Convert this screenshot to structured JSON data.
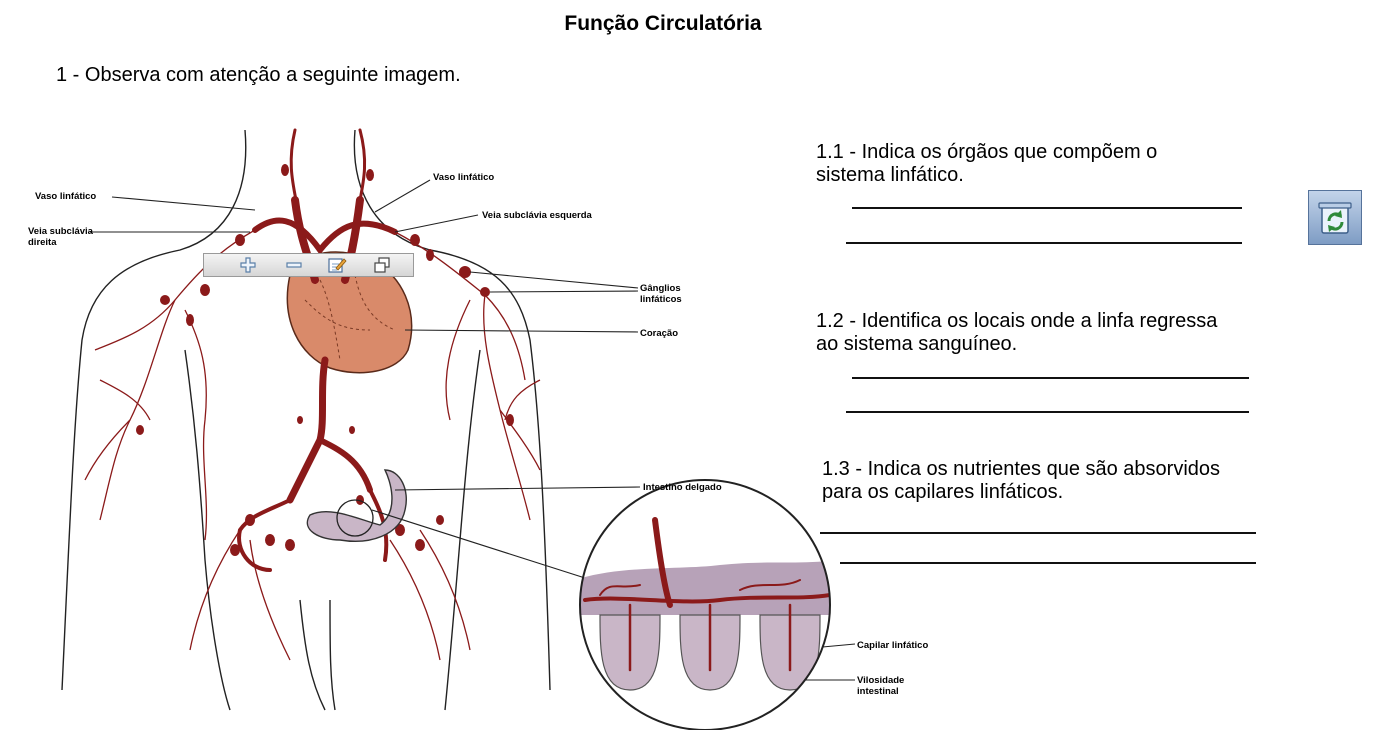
{
  "header": {
    "title": "Função Circulatória"
  },
  "intro": "1 - Observa com atenção a seguinte imagem.",
  "figure": {
    "labels": {
      "vaso_left": "Vaso linfático",
      "vaso_right": "Vaso linfático",
      "veia_dir_1": "Veia subclávia",
      "veia_dir_2": "direita",
      "veia_esq": "Veia subclávia esquerda",
      "ganglios_1": "Gânglios",
      "ganglios_2": "linfáticos",
      "coracao": "Coração",
      "intestino": "Intestino delgado",
      "capilar": "Capilar linfático",
      "vilosidade_1": "Vilosidade",
      "vilosidade_2": "intestinal"
    }
  },
  "questions": {
    "q1": {
      "line1": "1.1 - Indica os órgãos que compõem o",
      "line2": " sistema linfático."
    },
    "q2": {
      "line1": "1.2 - Identifica os locais onde a linfa regressa",
      "line2": " ao sistema sanguíneo."
    },
    "q3": {
      "line1": "1.3 - Indica os nutrientes que são absorvidos",
      "line2": "para os capilares linfáticos."
    }
  },
  "toolbar": {
    "icons": [
      "zoom-in-icon",
      "zoom-out-icon",
      "annotate-icon",
      "copy-icon"
    ]
  },
  "side_widget": {
    "icon": "refresh-icon"
  },
  "colors": {
    "vessel": "#8b1a1a",
    "heart": "#d98a6a",
    "intestine": "#c9b6c7",
    "tissue": "#b7a2b8"
  }
}
